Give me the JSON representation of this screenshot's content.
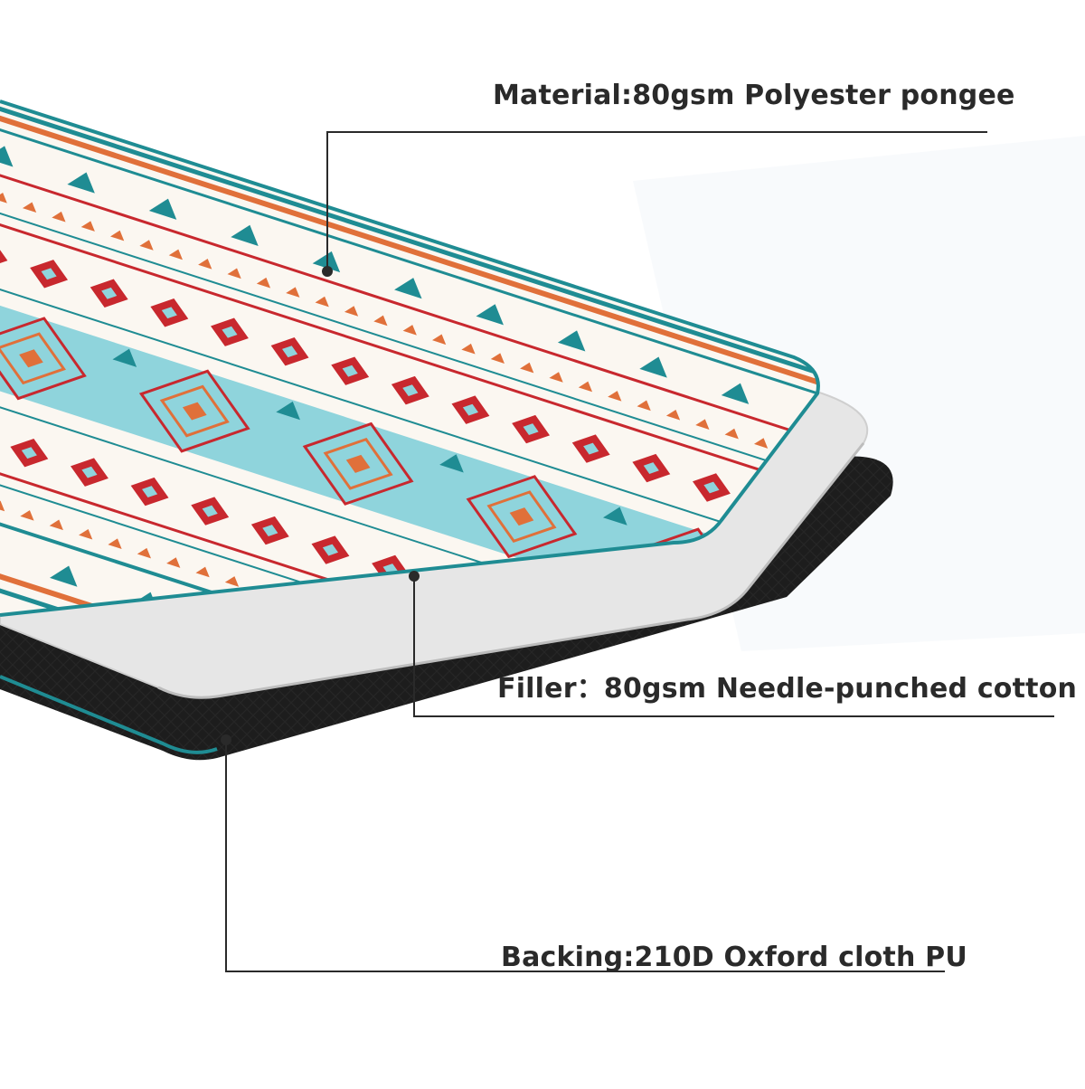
{
  "labels": {
    "material": "Material:80gsm Polyester pongee",
    "filler": "Filler：80gsm Needle-punched cotton",
    "backing": "Backing:210D Oxford cloth PU"
  },
  "colors": {
    "teal": "#1f8c93",
    "light_teal": "#8fd4dc",
    "orange": "#e0703a",
    "red": "#c8282e",
    "cream": "#fbf7f1",
    "filler_gray": "#e6e6e6",
    "backing_black": "#1d1d1d",
    "leader_line": "#2a2a2a"
  }
}
